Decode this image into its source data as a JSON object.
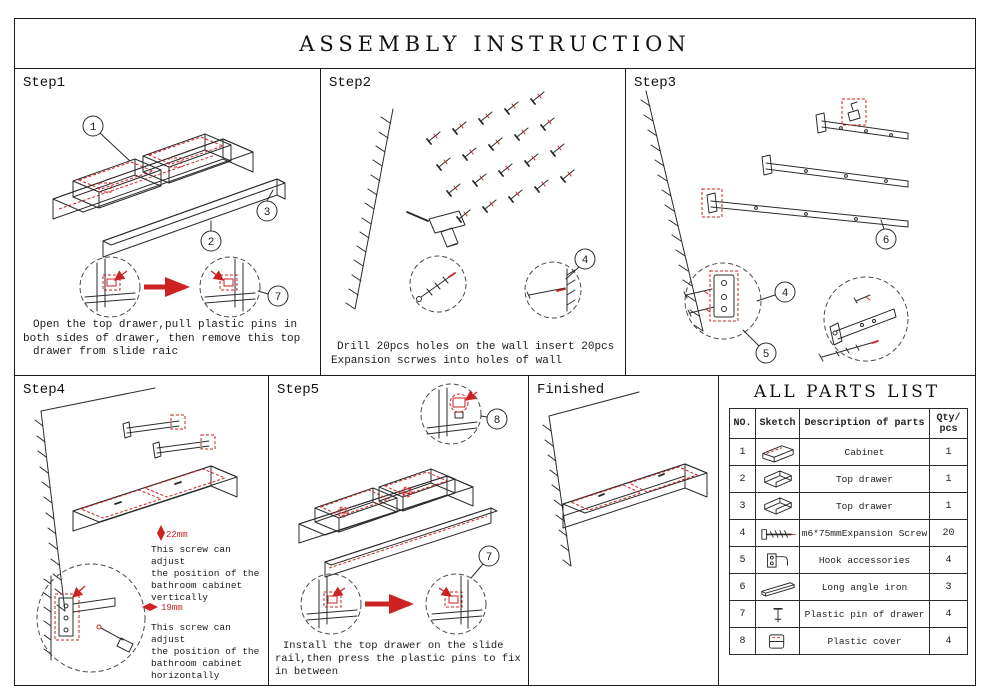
{
  "title": "ASSEMBLY INSTRUCTION",
  "colors": {
    "ink": "#2b2b2b",
    "accent_red": "#cc2222"
  },
  "steps": {
    "step1": {
      "label": "Step1",
      "callouts": [
        "1",
        "2",
        "3",
        "7"
      ],
      "caption_lines": [
        "Open the top drawer,pull plastic pins in",
        "both sides of drawer, then remove this top",
        "drawer from slide raic"
      ]
    },
    "step2": {
      "label": "Step2",
      "callouts": [
        "4"
      ],
      "caption_lines": [
        "Drill 20pcs holes on the wall insert 20pcs",
        "Expansion scrwes into holes of wall"
      ]
    },
    "step3": {
      "label": "Step3",
      "callouts": [
        "6",
        "4",
        "5"
      ]
    },
    "step4": {
      "label": "Step4",
      "dim_vertical": "22mm",
      "dim_horizontal": "19mm",
      "note_vertical_lines": [
        "This screw can adjust",
        "the position of the",
        "bathroom cabinet",
        "vertically"
      ],
      "note_horizontal_lines": [
        "This screw can adjust",
        "the position of the",
        "bathroom cabinet",
        "horizontally"
      ]
    },
    "step5": {
      "label": "Step5",
      "callouts": [
        "8",
        "7"
      ],
      "caption_lines": [
        "Install the top drawer on the slide",
        "rail,then press the plastic pins to fix",
        "in between"
      ]
    },
    "finished": {
      "label": "Finished"
    }
  },
  "parts_list": {
    "title": "ALL PARTS LIST",
    "headers": [
      "NO.",
      "Sketch",
      "Description of parts",
      "Qty/\npcs"
    ],
    "rows": [
      {
        "no": "1",
        "sketch": "cabinet",
        "desc": "Cabinet",
        "qty": "1"
      },
      {
        "no": "2",
        "sketch": "top-drawer",
        "desc": "Top drawer",
        "qty": "1"
      },
      {
        "no": "3",
        "sketch": "top-drawer",
        "desc": "Top drawer",
        "qty": "1"
      },
      {
        "no": "4",
        "sketch": "expansion-screw",
        "desc": "m6*75mmExpansion Screw",
        "qty": "20"
      },
      {
        "no": "5",
        "sketch": "hook-accessories",
        "desc": "Hook accessories",
        "qty": "4"
      },
      {
        "no": "6",
        "sketch": "long-angle-iron",
        "desc": "Long angle iron",
        "qty": "3"
      },
      {
        "no": "7",
        "sketch": "plastic-pin",
        "desc": "Plastic pin of drawer",
        "qty": "4"
      },
      {
        "no": "8",
        "sketch": "plastic-cover",
        "desc": "Plastic cover",
        "qty": "4"
      }
    ]
  }
}
